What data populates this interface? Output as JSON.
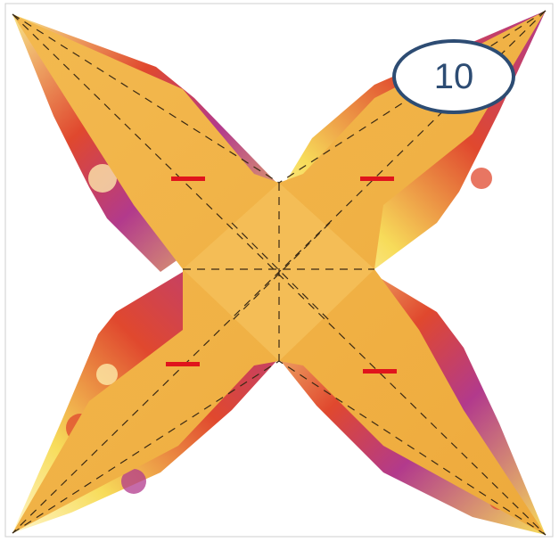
{
  "step": {
    "number": "10"
  },
  "colors": {
    "paper_front": "#f1b649",
    "paper_pattern_magenta": "#b23a8c",
    "paper_pattern_red": "#e0482e",
    "paper_pattern_yellow": "#f7dc5a",
    "crease_line": "#3a2a14",
    "marker": "#e0141c",
    "badge_border": "#2d4c73",
    "badge_text": "#2d4c73"
  },
  "markers": [
    {
      "name": "minus-marker-top-left"
    },
    {
      "name": "minus-marker-top-right"
    },
    {
      "name": "minus-marker-bottom-left"
    },
    {
      "name": "minus-marker-bottom-right"
    }
  ]
}
